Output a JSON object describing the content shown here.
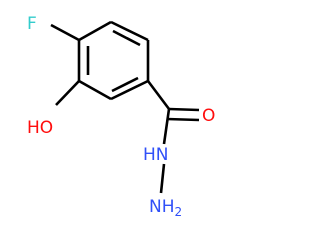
{
  "molecule": {
    "atoms": {
      "fluorine": {
        "text": "F",
        "color": "#33cccc"
      },
      "hydroxyl": {
        "text": "HO",
        "color": "#ff0d0d"
      },
      "carbonyl_oxygen": {
        "text": "O",
        "color": "#ff0d0d"
      },
      "hydrazide_nh": {
        "text": "HN",
        "color": "#3050f8"
      },
      "hydrazide_nh2": {
        "text": "NH",
        "color": "#3050f8",
        "subscript": "2"
      }
    },
    "bond_color": "#000000"
  }
}
